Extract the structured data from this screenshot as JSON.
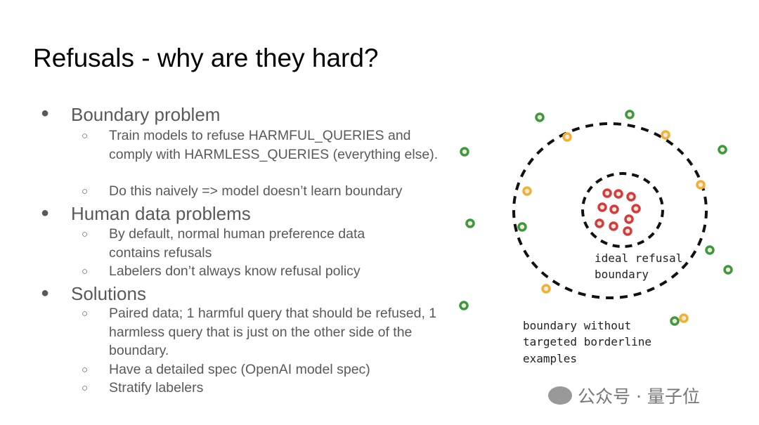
{
  "title": "Refusals - why are they hard?",
  "bullets": [
    {
      "label": "Boundary problem",
      "sub": [
        "Train models to refuse HARMFUL_QUERIES and comply with HARMLESS_QUERIES (everything else).",
        "Do this naively => model doesn’t learn boundary"
      ]
    },
    {
      "label": "Human data problems",
      "sub": [
        "By default, normal human preference data contains refusals",
        "Labelers don’t always know refusal policy"
      ]
    },
    {
      "label": "Solutions",
      "sub": [
        "Paired data; 1 harmful query that should be refused, 1 harmless query that is just on the other side of the boundary.",
        "Have a detailed spec (OpenAI model spec)",
        "Stratify labelers"
      ]
    }
  ],
  "diagram": {
    "inner_label": [
      "ideal refusal",
      "boundary"
    ],
    "outer_label": [
      "boundary without",
      "targeted borderline",
      "examples"
    ],
    "colors": {
      "harmless": "#3c9a3c",
      "borderline": "#f0b030",
      "harmful": "#d63a3a"
    }
  },
  "watermark": "公众号 · 量子位"
}
